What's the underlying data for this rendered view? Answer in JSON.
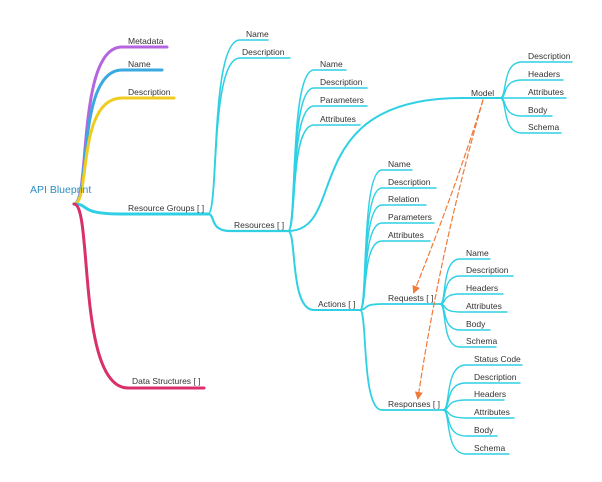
{
  "root": "API Blueprint",
  "nodes": {
    "metadata": "Metadata",
    "root_name": "Name",
    "root_description": "Description",
    "resource_groups": "Resource Groups [ ]",
    "data_structures": "Data Structures [ ]",
    "rg_name": "Name",
    "rg_description": "Description",
    "resources": "Resources [ ]",
    "res_name": "Name",
    "res_description": "Description",
    "res_parameters": "Parameters",
    "res_attributes": "Attributes",
    "model": "Model",
    "model_description": "Description",
    "model_headers": "Headers",
    "model_attributes": "Attributes",
    "model_body": "Body",
    "model_schema": "Schema",
    "actions": "Actions [ ]",
    "act_name": "Name",
    "act_description": "Description",
    "act_relation": "Relation",
    "act_parameters": "Parameters",
    "act_attributes": "Attributes",
    "requests": "Requests [ ]",
    "req_name": "Name",
    "req_description": "Description",
    "req_headers": "Headers",
    "req_attributes": "Attributes",
    "req_body": "Body",
    "req_schema": "Schema",
    "responses": "Responses [ ]",
    "resp_status_code": "Status Code",
    "resp_description": "Description",
    "resp_headers": "Headers",
    "resp_attributes": "Attributes",
    "resp_body": "Body",
    "resp_schema": "Schema"
  },
  "colors": {
    "metadata_branch": "#b565e0",
    "name_branch": "#3aa9e0",
    "description_branch": "#f1cc20",
    "resource_groups_branch": "#2fd0e4",
    "data_structures_branch": "#d9306c",
    "model_reference": "#f07a3a",
    "root_text": "#2a8ec4"
  }
}
